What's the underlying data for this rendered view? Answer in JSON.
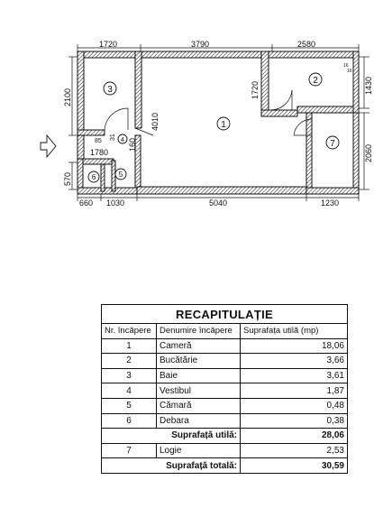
{
  "plan": {
    "dimensions": {
      "top_left": "1720",
      "top_mid": "3790",
      "top_right": "2580",
      "left_top": "2100",
      "room1_inner": "1720",
      "room1_left": "4010",
      "right_top": "1430",
      "right_bottom": "2060",
      "vest_width": "1780",
      "vest_height": "160",
      "small_a": "85",
      "small_b": "31",
      "bottom_left_v": "570",
      "bottom_a": "660",
      "bottom_b": "1030",
      "bottom_mid": "5040",
      "bottom_right": "1230",
      "tiny_1": "16",
      "tiny_2": "16"
    },
    "room_labels": [
      "1",
      "2",
      "3",
      "4",
      "5",
      "6",
      "7"
    ]
  },
  "recap": {
    "title": "RECAPITULAȚIE",
    "headers": [
      "Nr. încăpere",
      "Denumire încăpere",
      "Suprafața utilă (mp)"
    ],
    "rows": [
      {
        "nr": "1",
        "name": "Cameră",
        "area": "18,06"
      },
      {
        "nr": "2",
        "name": "Bucătărie",
        "area": "3,66"
      },
      {
        "nr": "3",
        "name": "Baie",
        "area": "3,61"
      },
      {
        "nr": "4",
        "name": "Vestibul",
        "area": "1,87"
      },
      {
        "nr": "5",
        "name": "Cămară",
        "area": "0,48"
      },
      {
        "nr": "6",
        "name": "Debara",
        "area": "0,38"
      }
    ],
    "useful_label": "Suprafață utilă:",
    "useful_value": "28,06",
    "extra_row": {
      "nr": "7",
      "name": "Logie",
      "area": "2,53"
    },
    "total_label": "Suprafață totală:",
    "total_value": "30,59"
  }
}
